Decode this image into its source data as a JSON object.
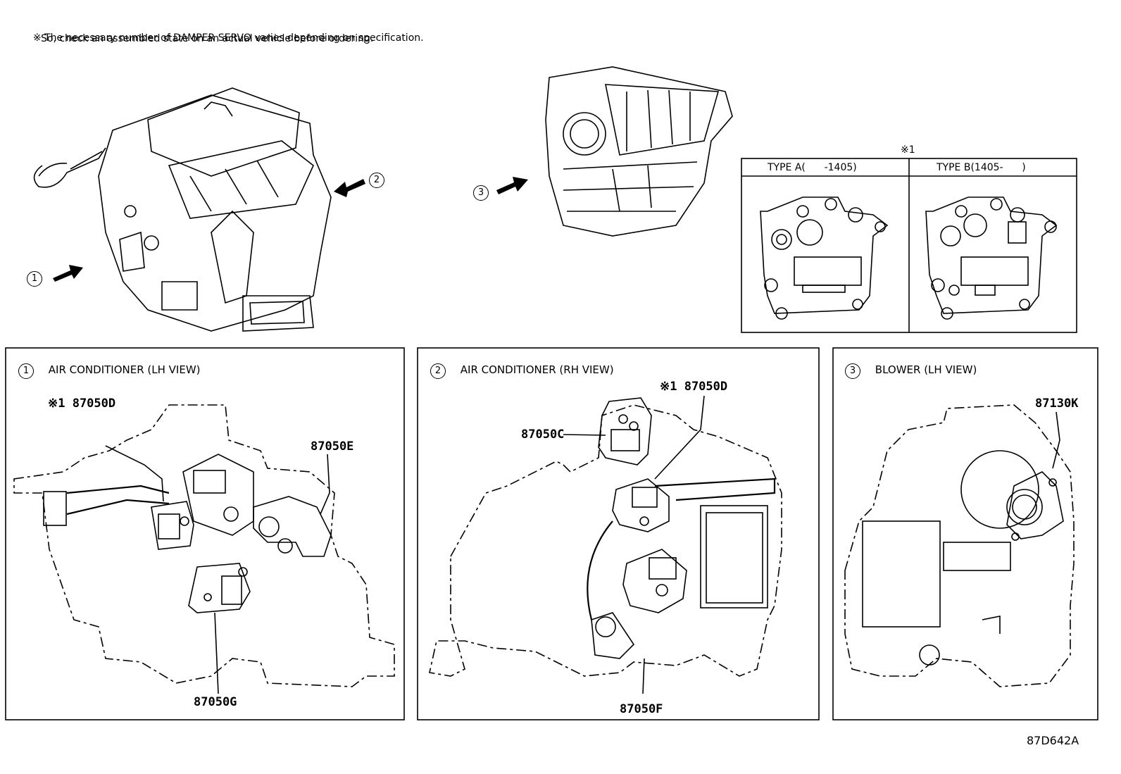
{
  "note": {
    "symbol": "※",
    "line1": "The necessary number of DAMPER SERVO varies depending on specification.",
    "line2": "So, check an assembled state on an actual vehicle before ordering."
  },
  "overview": {
    "arrow_labels": [
      "1",
      "2",
      "3"
    ]
  },
  "type_table": {
    "marker": "※1",
    "col_a": "TYPE A(      -1405)",
    "col_b": "TYPE B(1405-      )"
  },
  "panels": [
    {
      "number": "1",
      "title": "AIR CONDITIONER (LH VIEW)",
      "labels": {
        "top_left": "※1 87050D",
        "right": "87050E",
        "bottom": "87050G"
      }
    },
    {
      "number": "2",
      "title": "AIR CONDITIONER (RH VIEW)",
      "labels": {
        "top_right": "※1 87050D",
        "left": "87050C",
        "bottom": "87050F"
      }
    },
    {
      "number": "3",
      "title": "BLOWER (LH VIEW)",
      "labels": {
        "right": "87130K"
      }
    }
  ],
  "diagram_code": "87D642A"
}
